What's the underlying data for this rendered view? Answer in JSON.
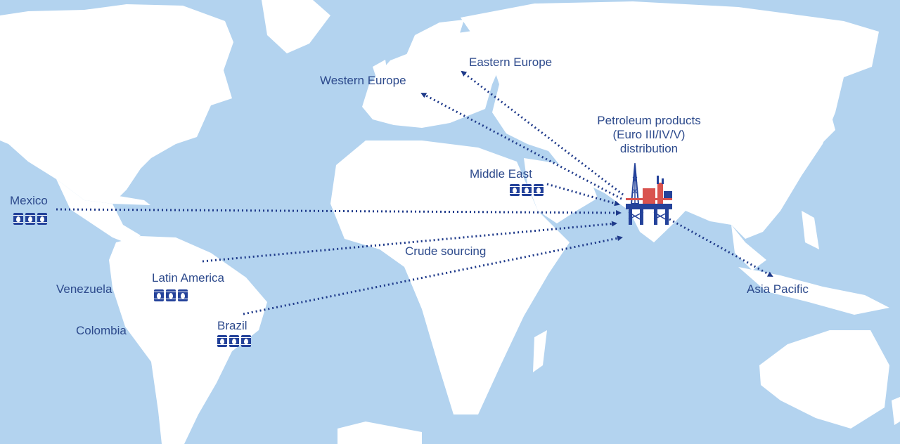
{
  "colors": {
    "ocean": "#b3d3ef",
    "land": "#ffffff",
    "text": "#2d4a8c",
    "arrow": "#1f3a8a",
    "refinery_red": "#d9534f"
  },
  "icons": {
    "barrel": "oil-barrel-icon",
    "refinery": "oil-refinery-icon"
  },
  "map": {
    "hub_label": [
      "Petroleum products",
      "(Euro III/IV/V)",
      "distribution"
    ],
    "sources": [
      {
        "name": "Mexico",
        "barrels": 3
      },
      {
        "name": "Latin America",
        "barrels": 3
      },
      {
        "name": "Brazil",
        "barrels": 3
      },
      {
        "name": "Middle East",
        "barrels": 3
      }
    ],
    "other_labels": {
      "venezuela": "Venezuela",
      "colombia": "Colombia",
      "crude_sourcing": "Crude sourcing"
    },
    "destinations": [
      "Western Europe",
      "Eastern Europe",
      "Asia Pacific"
    ]
  }
}
